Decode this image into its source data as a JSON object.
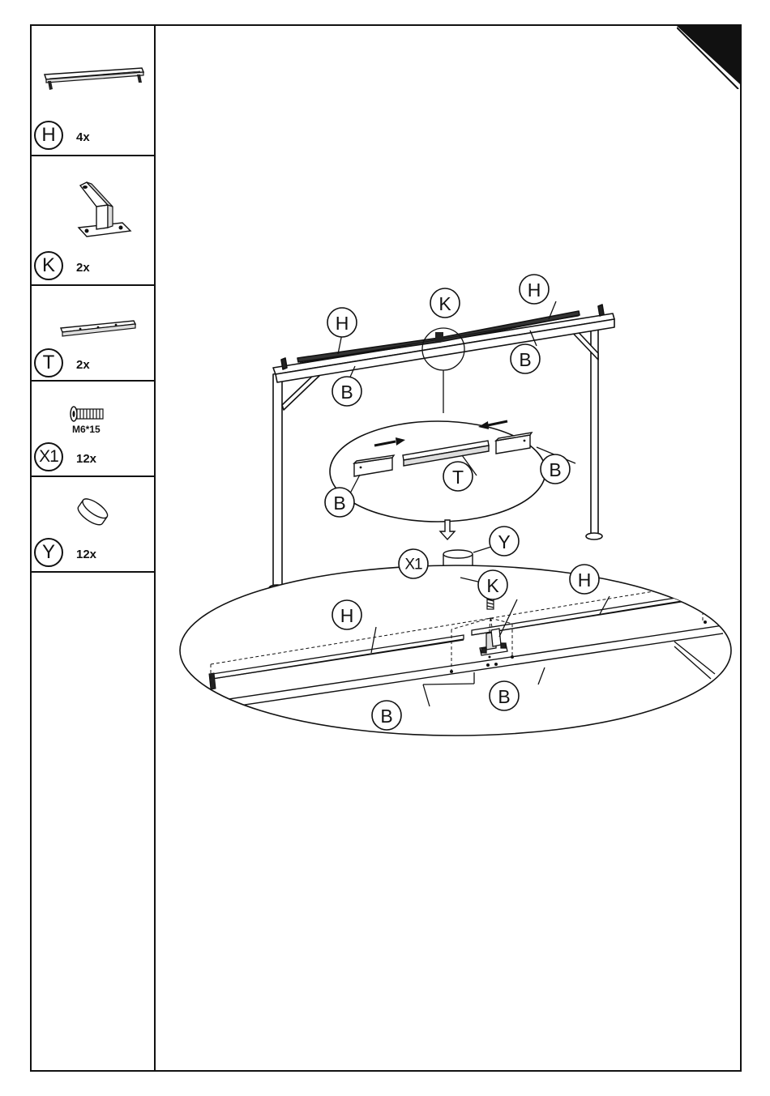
{
  "parts": [
    {
      "id": "H",
      "letter": "H",
      "qty": "4x",
      "spec": ""
    },
    {
      "id": "K",
      "letter": "K",
      "qty": "2x",
      "spec": ""
    },
    {
      "id": "T",
      "letter": "T",
      "qty": "2x",
      "spec": ""
    },
    {
      "id": "X1",
      "letter": "X1",
      "qty": "12x",
      "spec": "M6*15"
    },
    {
      "id": "Y",
      "letter": "Y",
      "qty": "12x",
      "spec": ""
    }
  ],
  "callouts": {
    "frame_h_left": "H",
    "frame_h_right": "H",
    "frame_k": "K",
    "frame_b_left": "B",
    "frame_b_right": "B",
    "detail1_t": "T",
    "detail1_b_left": "B",
    "detail1_b_right": "B",
    "detail2_y": "Y",
    "detail2_x1": "X1",
    "detail2_k": "K",
    "detail2_h_left": "H",
    "detail2_h_right": "H",
    "detail2_b_left": "B",
    "detail2_b_right": "B"
  },
  "colors": {
    "ink": "#111111",
    "paper": "#ffffff"
  }
}
